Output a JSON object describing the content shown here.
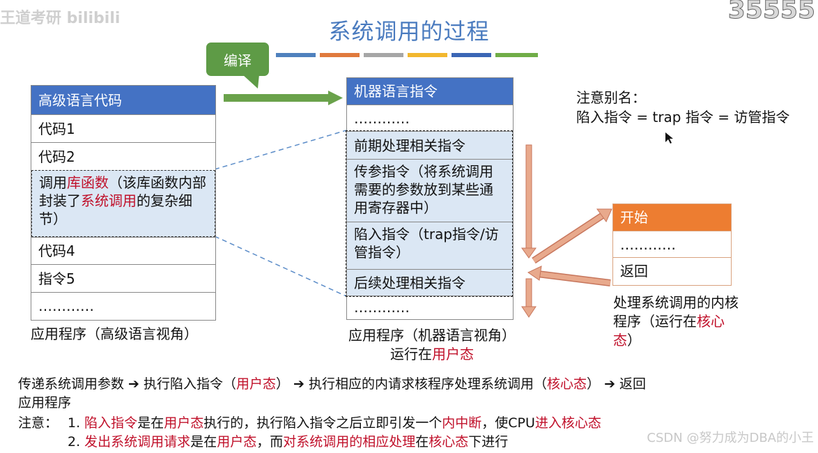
{
  "watermarks": {
    "left": "王道考研 bilibili",
    "right": "35555",
    "csdn": "CSDN @努力成为DBA的小王"
  },
  "title": "系统调用的过程",
  "compile_label": "编译",
  "stripe_colors": [
    "#4f81bd",
    "#e07a3c",
    "#a6a6a6",
    "#f2b72d",
    "#3a66b5",
    "#70ad47"
  ],
  "left_table": {
    "header": "高级语言代码",
    "rows": [
      "代码1",
      "代码2"
    ],
    "highlight": {
      "p1": "调用",
      "r1": "库函数",
      "p2": "（该库函数内部封装了",
      "r2": "系统调用",
      "p3": "的复杂细节）"
    },
    "rows_after": [
      "代码4",
      "指令5",
      "…………"
    ],
    "caption": "应用程序（高级语言视角）"
  },
  "mid_table": {
    "header": "机器语言指令",
    "row0": "…………",
    "blocks": [
      "前期处理相关指令",
      "传参指令（将系统调用需要的参数放到某些通用寄存器中）",
      "陷入指令（trap指令/访管指令）",
      "后续处理相关指令"
    ],
    "row_last": "…………",
    "caption_line1": "应用程序（机器语言视角）",
    "caption_line2_prefix": "运行在",
    "caption_line2_red": "用户态"
  },
  "right_table": {
    "header": "开始",
    "rows": [
      "…………",
      "返回"
    ],
    "caption_plain": "处理系统调用的内核程序（运行在",
    "caption_red": "核心态",
    "caption_end": "）"
  },
  "alias_note": {
    "line1": "注意别名：",
    "line2": "陷入指令 = trap 指令 = 访管指令"
  },
  "flow": {
    "t1": "传递系统调用参数 ➔ 执行陷入指令（",
    "r1": "用户态",
    "t2": "） ➔ 执行相应的内请求核程序处理系统调用（",
    "r2": "核心态",
    "t3": "） ➔ 返回",
    "t4": "应用程序"
  },
  "notes": {
    "label": "注意：",
    "n1": {
      "num": "1. ",
      "a": "陷入指令",
      "b": "是在",
      "c": "用户态",
      "d": "执行的，执行陷入指令之后立即引发一个",
      "e": "内中断",
      "f": "，使CPU",
      "g": "进入核心态"
    },
    "n2": {
      "num": "2. ",
      "a": "发出系统调用请求",
      "b": "是在",
      "c": "用户态",
      "d": "，而",
      "e": "对系统调用的相应处理",
      "f": "在",
      "g": "核心态",
      "h": "下进行"
    }
  }
}
